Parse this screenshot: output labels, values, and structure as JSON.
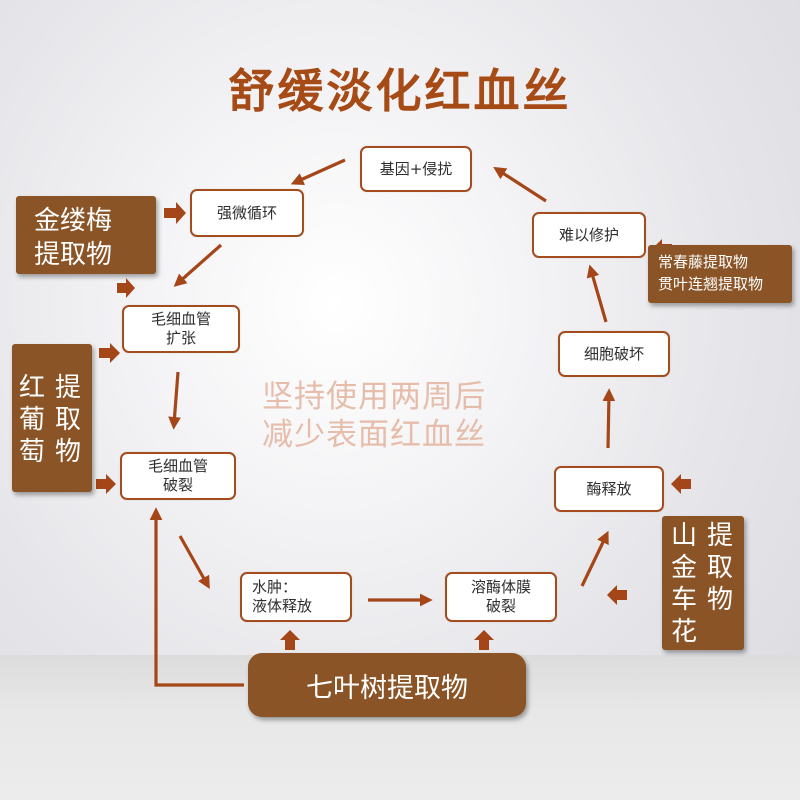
{
  "title": "舒缓淡化红血丝",
  "slogan": [
    "坚持使用两周后",
    "减少表面红血丝"
  ],
  "nodes": {
    "gene": [
      "基因+侵扰"
    ],
    "weak_circulation": [
      "强微循环"
    ],
    "capillary_dilation": [
      "毛细血管",
      "扩张"
    ],
    "capillary_rupture": [
      "毛细血管",
      "破裂"
    ],
    "edema": [
      "水肿：",
      "液体释放"
    ],
    "lysosome": [
      "溶酶体膜",
      "破裂"
    ],
    "enzyme": [
      "酶释放"
    ],
    "cell_damage": [
      "细胞破坏"
    ],
    "hard_repair": [
      "难以修护"
    ]
  },
  "ingredients": {
    "jinloumei": [
      "金缕梅",
      "提取物"
    ],
    "red_grape": [
      "红",
      "葡",
      "萄",
      "提",
      "取",
      "物"
    ],
    "changchunteng": [
      "常春藤提取物",
      "贯叶连翘提取物"
    ],
    "arnica": [
      "山",
      "金",
      "车",
      "花",
      "提",
      "取",
      "物"
    ],
    "horse_chestnut": "七叶树提取物"
  },
  "colors": {
    "title": "#a64a16",
    "node_border": "#a54c1e",
    "ingredient_bg": "#8a5426",
    "arrow": "#a54618",
    "slogan": "#e6bcaa"
  }
}
